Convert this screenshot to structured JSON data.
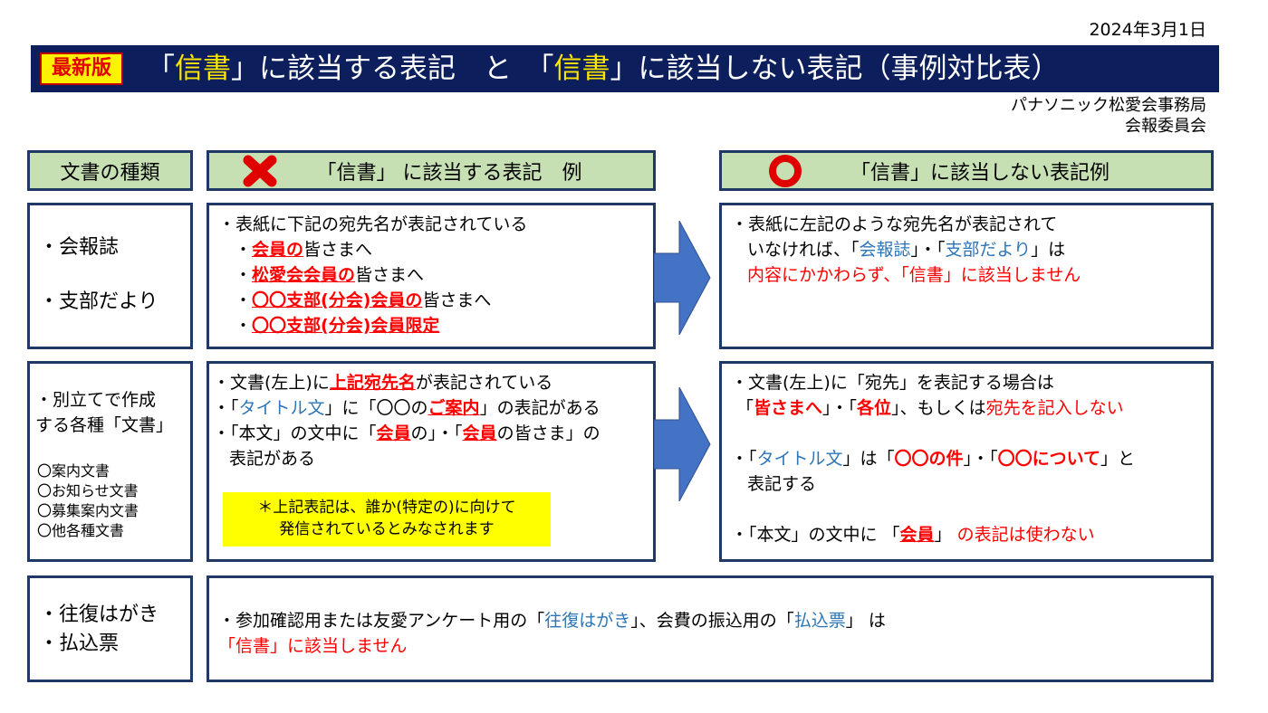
{
  "date": "2024年3月1日",
  "banner": {
    "badge": "最新版",
    "t1": "「",
    "t2": "信書",
    "t3": "」に該当する表記　と　「",
    "t4": "信書",
    "t5": "」に該当しない表記（事例対比表）"
  },
  "org": {
    "line1": "パナソニック松愛会事務局",
    "line2": "会報委員会"
  },
  "headers": {
    "type": "文書の種類",
    "ng": "「信書」 に該当する表記　例",
    "ok": "「信書」に該当しない表記例"
  },
  "row1": {
    "types": [
      "・会報誌",
      "・支部だより"
    ],
    "ng": {
      "intro": "・表紙に下記の宛先名が表記されている",
      "items": [
        {
          "dot": "・",
          "red": "会員の",
          "rest": "皆さまへ"
        },
        {
          "dot": "・",
          "red": "松愛会会員の",
          "rest": "皆さまへ"
        },
        {
          "dot": "・",
          "red": "〇〇支部(分会)会員の",
          "rest": "皆さまへ"
        },
        {
          "dot": "・",
          "red": "〇〇支部(分会)会員限定",
          "rest": ""
        }
      ]
    },
    "ok": {
      "l1": "・表紙に左記のような宛先名が表記されて",
      "l2a": "いなければ、「",
      "l2b": "会報誌",
      "l2c": "」・「",
      "l2d": "支部だより",
      "l2e": "」は",
      "l3": "内容にかかわらず、「信書」に該当しません"
    }
  },
  "row2": {
    "types": [
      "・別立てで作成",
      "する各種「文書」"
    ],
    "list": [
      "〇案内文書",
      "〇お知らせ文書",
      "〇募集案内文書",
      "〇他各種文書"
    ],
    "ng": {
      "l1a": "・文書(左上)に",
      "l1b": "上記宛先名",
      "l1c": "が表記されている",
      "l2a": "・「",
      "l2b": "タイトル文",
      "l2c": "」に「〇〇の",
      "l2d": "ご案内",
      "l2e": "」の表記がある",
      "l3a": "・「本文」の文中に「",
      "l3b": "会員",
      "l3c": "の」・「",
      "l3d": "会員",
      "l3e": "の皆さま」の",
      "l4": "表記がある"
    },
    "note": {
      "l1": "＊上記表記は、誰か(特定の)に向けて",
      "l2": "発信されているとみなされます"
    },
    "ok": {
      "l1": "・文書(左上)に「宛先」を表記する場合は",
      "l2a": "「",
      "l2b": "皆さまへ",
      "l2c": "」・「",
      "l2d": "各位",
      "l2e": "」、もしくは",
      "l2f": "宛先を記入しない",
      "l3a": "・「",
      "l3b": "タイトル文",
      "l3c": "」は「",
      "l3d": "〇〇の件",
      "l3e": "」・「",
      "l3f": "〇〇について",
      "l3g": "」と",
      "l4": "表記する",
      "l5a": "・「本文」の文中に 「",
      "l5b": "会員",
      "l5c": "」 ",
      "l5d": "の表記は使わない"
    }
  },
  "row3": {
    "types": [
      "・往復はがき",
      "・払込票"
    ],
    "text": {
      "a": "・参加確認用または友愛アンケート用の「",
      "b": "往復はがき",
      "c": "」、会費の振込用の「",
      "d": "払込票",
      "e": "」 は",
      "l2": "「信書」に該当しません"
    }
  },
  "colors": {
    "banner": "#0c1f5c",
    "header": "#c6e0b4",
    "border": "#1f3864",
    "arrow": "#4472c4",
    "red": "#ff0000",
    "blue": "#2e75b6",
    "note": "#ffff00"
  },
  "icons": {
    "ng": "red-x-icon",
    "ok": "red-circle-icon"
  }
}
